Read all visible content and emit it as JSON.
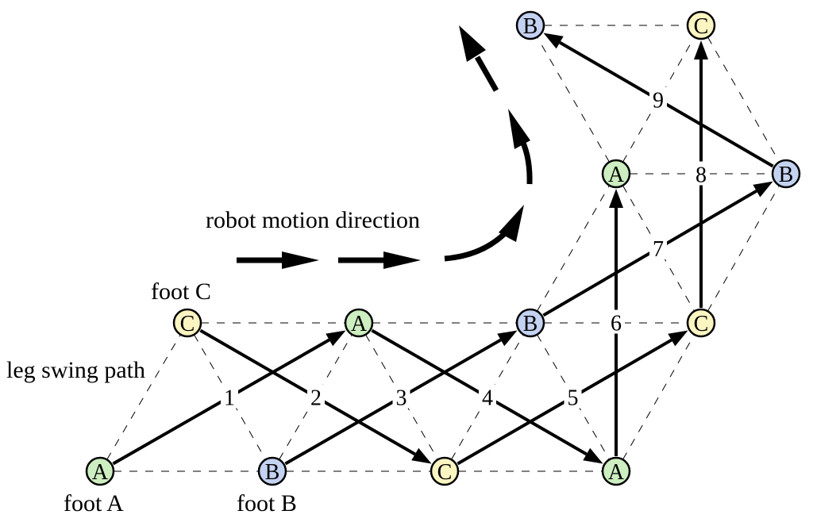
{
  "labels": {
    "robot_motion_direction": "robot motion direction",
    "leg_swing_path": "leg swing path",
    "foot_a": "foot A",
    "foot_b": "foot B",
    "foot_c": "foot C"
  },
  "colors": {
    "A": "#cdeec0",
    "B": "#c4d2f2",
    "C": "#fbf5c2",
    "stroke": "#000000",
    "dashed": "#000000"
  },
  "nodes": [
    {
      "id": "n1",
      "letter": "A"
    },
    {
      "id": "n2",
      "letter": "B"
    },
    {
      "id": "n3",
      "letter": "C"
    },
    {
      "id": "n4",
      "letter": "A"
    },
    {
      "id": "n5",
      "letter": "C"
    },
    {
      "id": "n6",
      "letter": "A"
    },
    {
      "id": "n7",
      "letter": "B"
    },
    {
      "id": "n8",
      "letter": "C"
    },
    {
      "id": "n9",
      "letter": "A"
    },
    {
      "id": "n10",
      "letter": "B"
    },
    {
      "id": "n11",
      "letter": "B"
    },
    {
      "id": "n12",
      "letter": "C"
    }
  ],
  "steps": [
    {
      "label": "1",
      "from": "n1",
      "to": "n6"
    },
    {
      "label": "2",
      "from": "n5",
      "to": "n3"
    },
    {
      "label": "3",
      "from": "n2",
      "to": "n7"
    },
    {
      "label": "4",
      "from": "n6",
      "to": "n4"
    },
    {
      "label": "5",
      "from": "n3",
      "to": "n8"
    },
    {
      "label": "6",
      "from": "n4",
      "to": "n9"
    },
    {
      "label": "7",
      "from": "n7",
      "to": "n10"
    },
    {
      "label": "8",
      "from": "n8",
      "to": "n12"
    },
    {
      "label": "9",
      "from": "n10",
      "to": "n11"
    }
  ]
}
